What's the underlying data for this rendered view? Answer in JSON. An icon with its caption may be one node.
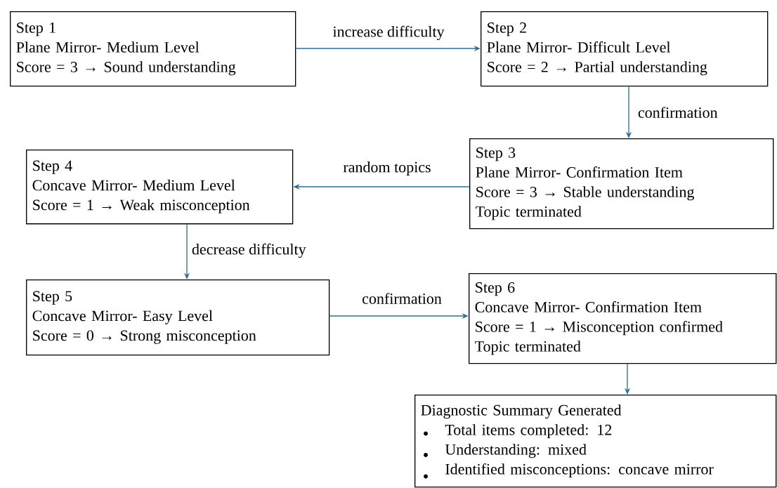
{
  "diagram": {
    "nodes": [
      {
        "text": [
          "Step 1",
          "Plane Mirror- Medium Level",
          "Score = 3 → Sound understanding"
        ]
      },
      {
        "text": [
          "Step 2",
          "Plane Mirror- Difficult Level",
          "Score = 2 → Partial understanding"
        ]
      },
      {
        "text": [
          "Step 3",
          "Plane Mirror- Confirmation Item",
          "Score = 3 → Stable understanding",
          "Topic terminated"
        ]
      },
      {
        "text": [
          "Step 4",
          "Concave Mirror- Medium Level",
          "Score = 1 → Weak misconception"
        ]
      },
      {
        "text": [
          "Step 5",
          "Concave Mirror- Easy Level",
          "Score = 0 → Strong misconception"
        ]
      },
      {
        "text": [
          "Step 6",
          "Concave Mirror- Confirmation Item",
          "Score = 1 → Misconception confirmed",
          "Topic terminated"
        ]
      },
      {
        "text": [
          "Diagnostic Summary Generated",
          "Total items completed: 12",
          "Understanding: mixed",
          "Identified misconceptions: concave mirror"
        ]
      }
    ],
    "edges": [
      {
        "from": 0,
        "to": 1,
        "arrow": "to",
        "label": "increase difficulty"
      },
      {
        "from": 1,
        "to": 2,
        "arrow": "to",
        "label": "confirmation"
      },
      {
        "from": 2,
        "to": 3,
        "arrow": "to",
        "label": "random topics"
      },
      {
        "from": 3,
        "to": 4,
        "arrow": "to",
        "label": "decrease difficulty"
      },
      {
        "from": 4,
        "to": 5,
        "arrow": "to",
        "label": "confirmation"
      },
      {
        "from": 5,
        "to": 6,
        "arrow": "to"
      }
    ]
  }
}
